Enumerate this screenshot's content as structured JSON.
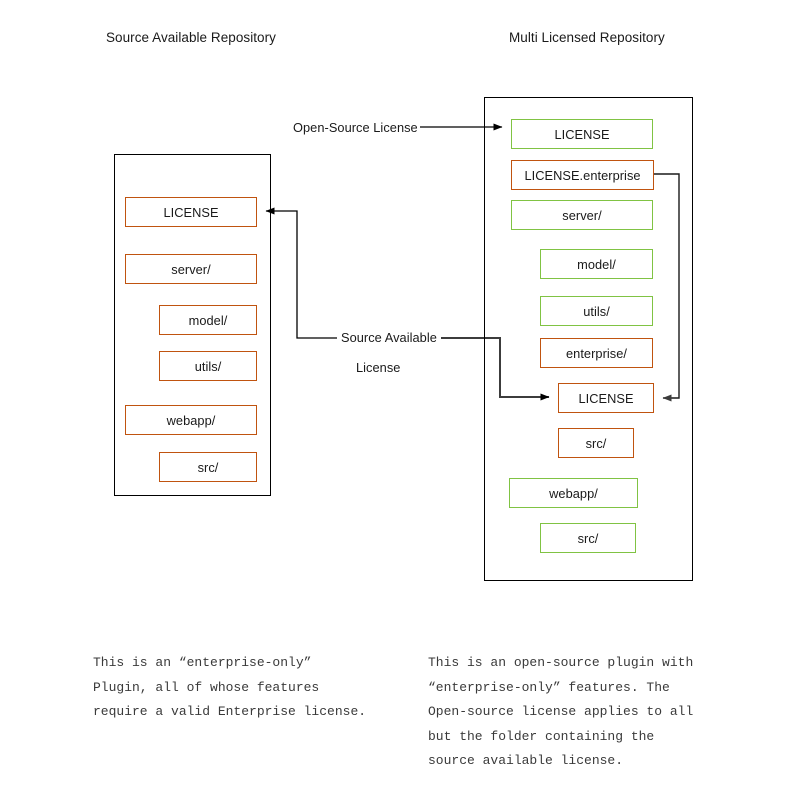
{
  "diagram": {
    "title_note": "Comparison of repository licensing layouts",
    "colors": {
      "orange": "#c0530f",
      "green": "#80c343",
      "frame": "#000000",
      "arrow": "#000000",
      "text": "#1a1a1a",
      "caption_text": "#3a3a3a",
      "background": "#ffffff"
    }
  },
  "left_repo": {
    "title": "Source Available Repository",
    "nodes": [
      {
        "label": "LICENSE",
        "color": "orange",
        "indent": 0
      },
      {
        "label": "server/",
        "color": "orange",
        "indent": 0
      },
      {
        "label": "model/",
        "color": "orange",
        "indent": 1
      },
      {
        "label": "utils/",
        "color": "orange",
        "indent": 1
      },
      {
        "label": "webapp/",
        "color": "orange",
        "indent": 0
      },
      {
        "label": "src/",
        "color": "orange",
        "indent": 1
      }
    ],
    "caption": "This is an “enterprise-only”\nPlugin, all of whose features\nrequire a valid Enterprise license."
  },
  "right_repo": {
    "title": "Multi Licensed Repository",
    "nodes": [
      {
        "label": "LICENSE",
        "color": "green",
        "indent": 0
      },
      {
        "label": "LICENSE.enterprise",
        "color": "orange",
        "indent": 0
      },
      {
        "label": "server/",
        "color": "green",
        "indent": 0
      },
      {
        "label": "model/",
        "color": "green",
        "indent": 1
      },
      {
        "label": "utils/",
        "color": "green",
        "indent": 1
      },
      {
        "label": "enterprise/",
        "color": "orange",
        "indent": 1
      },
      {
        "label": "LICENSE",
        "color": "orange",
        "indent": 2
      },
      {
        "label": "src/",
        "color": "orange",
        "indent": 2
      },
      {
        "label": "webapp/",
        "color": "green",
        "indent": 0
      },
      {
        "label": "src/",
        "color": "green",
        "indent": 1
      }
    ],
    "caption": "This is an open-source plugin with\n“enterprise-only” features. The\nOpen-source license applies to all\nbut the folder containing the\nsource available license."
  },
  "edges": {
    "open_source_license": "Open-Source License",
    "source_available_license_line1": "Source Available",
    "source_available_license_line2": "License"
  }
}
